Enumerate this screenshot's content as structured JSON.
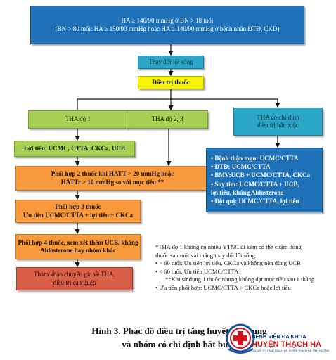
{
  "top": {
    "line1": "HA ≥ 140/90 mmHg ở BN > 18 tuổi",
    "line2": "(BN > 80 tuổi: HA ≥ 150/90 mmHg hoặc HA ≥ 140/90 mmHg ở bệnh nhân ĐTĐ, CKD)"
  },
  "lifestyle": "Thay đổi lối sống",
  "drug_treatment": "Điều trị thuốc",
  "branches": {
    "tha1": "THA độ 1",
    "tha23": "THA độ 2, 3",
    "indication_line1": "THA có chỉ định",
    "indication_line2": "điều trị bắt buộc"
  },
  "tha1_drugs": "Lợi tiểu, UCMC, CTTA, CKCa, UCB",
  "step_combo2": {
    "line1": "Phối hợp 2 thuốc khi HATT > 20 mmHg hoặc",
    "line2": "HATTr > 10 mmHg so với mục tiêu **"
  },
  "step_combo3": {
    "line1": "Phối hợp 3 thuốc",
    "line2": "Ưu tiên UCMC/CTTA + lợi tiểu + CKCa"
  },
  "step_combo4": {
    "line1": "Phối hợp 4 thuốc, xem xét thêm UCB, kháng",
    "line2": "Aldosterone hay nhóm khác"
  },
  "step_specialist": {
    "line1": "Tham khảo chuyên gia về THA,",
    "line2": "điều trị can thiệp"
  },
  "indications": [
    "• Bệnh thận mạn: UCMC/CTTA",
    "• ĐTĐ: UCMC/CTTA",
    "• BMV:UCB + UCMC/CTTA, CKCa",
    "• Suy tim: UCMC/CTTA + UCB,",
    "lợi tiểu, kháng Aldosterone",
    "• Đột quị: UCMC/CTTA, lợi tiểu"
  ],
  "notes": [
    "*THA độ 1 không có nhiều YTNC đi kèm có thể chậm dùng",
    "thuốc sau một vài tháng thay đổi lối sống",
    "• > 60 tuổi: Ưu tiên lợi tiểu, CKCa và không nên dùng UCB",
    "• < 60 tuổi: Ưu tiên UCMC/CTTA",
    "**Khi sử dụng 1 thuốc nhưng không đạt mục tiêu sau 1 tháng",
    "• Ưu tiên phối hợp: UCMC/CTTA + CKCa hoặc lợi tiểu"
  ],
  "caption": {
    "line1": "Hình 3. Phác đồ điều trị tăng huyết áp chung",
    "line2": "và nhóm có chỉ định bắt buộc"
  },
  "logo": {
    "line1": "BỆNH VIỆN ĐA KHOA",
    "line2": "HUYỆN THẠCH HÀ",
    "line3": "ĐỊA CHỈ: THỊ TRẤN THẠCH HÀ, HUYỆN THẠCH HÀ, TỈNH HÀ TĨNH"
  }
}
